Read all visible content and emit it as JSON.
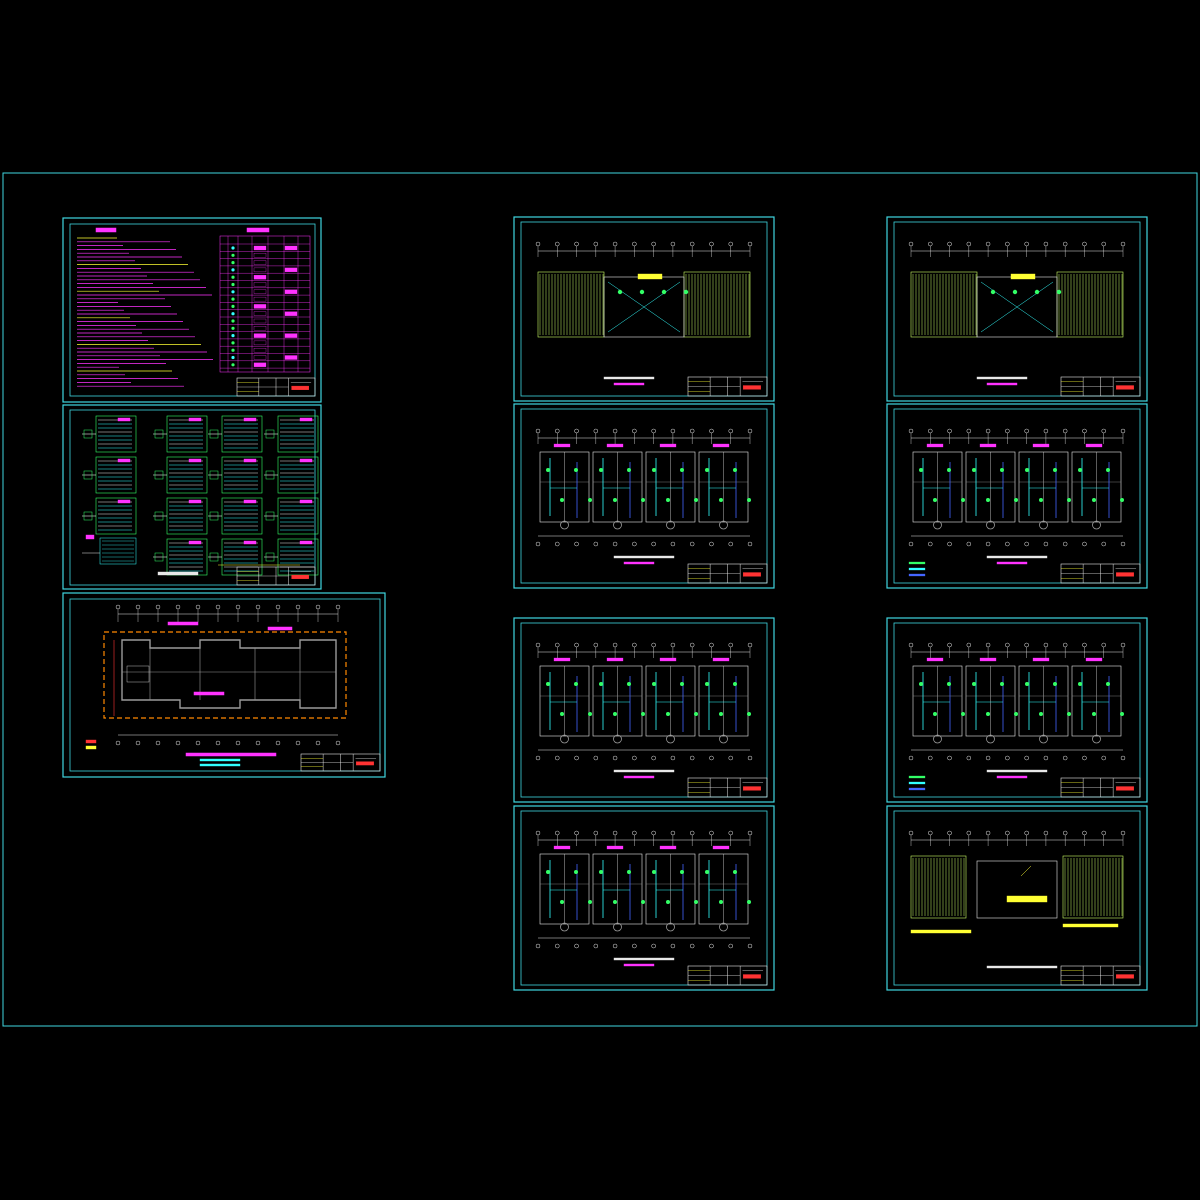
{
  "colors": {
    "background": "#000000",
    "frame": "#3fd6e0",
    "magenta": "#ff33ff",
    "green": "#33ff66",
    "yellow": "#ffff33",
    "cyan": "#33ffff",
    "white": "#e8e8e8",
    "red": "#ff3333",
    "blue": "#4466ff",
    "orange": "#ff8800",
    "grey": "#9a9a9a",
    "lime": "#ccff66"
  },
  "sheets": [
    {
      "id": "design-notes",
      "kind": "notes"
    },
    {
      "id": "system-diagrams",
      "kind": "systems"
    },
    {
      "id": "site-plan",
      "kind": "site"
    },
    {
      "id": "roof-plan-a",
      "kind": "roof"
    },
    {
      "id": "roof-plan-b",
      "kind": "roof"
    },
    {
      "id": "floor-plan-1",
      "kind": "floor"
    },
    {
      "id": "floor-plan-2",
      "kind": "floor"
    },
    {
      "id": "floor-plan-3",
      "kind": "floor"
    },
    {
      "id": "floor-plan-4",
      "kind": "floor"
    },
    {
      "id": "basement-plan",
      "kind": "floor-u"
    },
    {
      "id": "roof-elevation",
      "kind": "elevation"
    }
  ]
}
